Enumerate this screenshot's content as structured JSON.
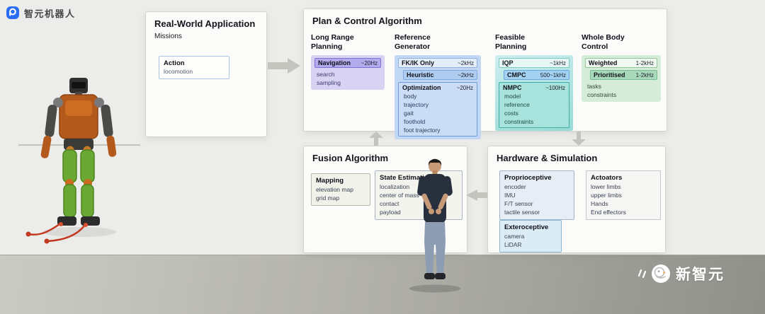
{
  "brand": {
    "logo_text": "智元机器人"
  },
  "watermark": {
    "text": "新智元"
  },
  "palette": {
    "brand_blue": "#2b6ef5",
    "long_range_purple": "#b3abeb",
    "reference_blue": "#c2d7f3",
    "feasible_teal": "#97dad5",
    "whole_body_green": "#a7d9ba"
  },
  "real_world": {
    "title": "Real-World Application",
    "subtitle": "Missions",
    "action_title": "Action",
    "action_items": [
      "locomotion"
    ]
  },
  "plan_control": {
    "title": "Plan & Control Algorithm",
    "columns": [
      {
        "title": "Long Range\nPlanning",
        "rows": [
          {
            "label": "Navigation",
            "rate": "~20Hz"
          }
        ],
        "items": [
          "search",
          "sampling"
        ]
      },
      {
        "title": "Reference\nGenerator",
        "rows": [
          {
            "label": "FK/IK Only",
            "rate": "~2kHz"
          },
          {
            "label": "Heuristic",
            "rate": "~2kHz"
          }
        ],
        "group": {
          "label": "Optimization",
          "rate": "~20Hz",
          "items": [
            "body",
            "trajectory",
            "gait",
            "foothold",
            "foot trajectory"
          ]
        }
      },
      {
        "title": "Feasible\nPlanning",
        "rows": [
          {
            "label": "IQP",
            "rate": "~1kHz"
          },
          {
            "label": "CMPC",
            "rate": "500~1kHz"
          }
        ],
        "group": {
          "label": "NMPC",
          "rate": "~100Hz",
          "items": [
            "model",
            "reference",
            "costs",
            "constraints"
          ]
        }
      },
      {
        "title": "Whole Body\nControl",
        "rows": [
          {
            "label": "Weighted",
            "rate": "1-2kHz"
          },
          {
            "label": "Prioritised",
            "rate": "1-2kHz"
          }
        ],
        "items": [
          "tasks",
          "constraints"
        ]
      }
    ]
  },
  "fusion": {
    "title": "Fusion Algorithm",
    "boxes": [
      {
        "title": "Mapping",
        "items": [
          "elevation map",
          "grid map"
        ]
      },
      {
        "title": "State Estimation",
        "items": [
          "localization",
          "center of mass",
          "contact",
          "payload"
        ]
      }
    ]
  },
  "hardware": {
    "title": "Hardware & Simulation",
    "boxes": [
      {
        "title": "Proprioceptive",
        "items": [
          "encoder",
          "IMU",
          "F/T sensor",
          "tactile sensor"
        ]
      },
      {
        "title": "Exteroceptive",
        "items": [
          "camera",
          "LiDAR"
        ]
      },
      {
        "title": "Actoators",
        "items": [
          "lower limbs",
          "upper limbs",
          "Hands",
          "End effectors"
        ]
      }
    ]
  }
}
